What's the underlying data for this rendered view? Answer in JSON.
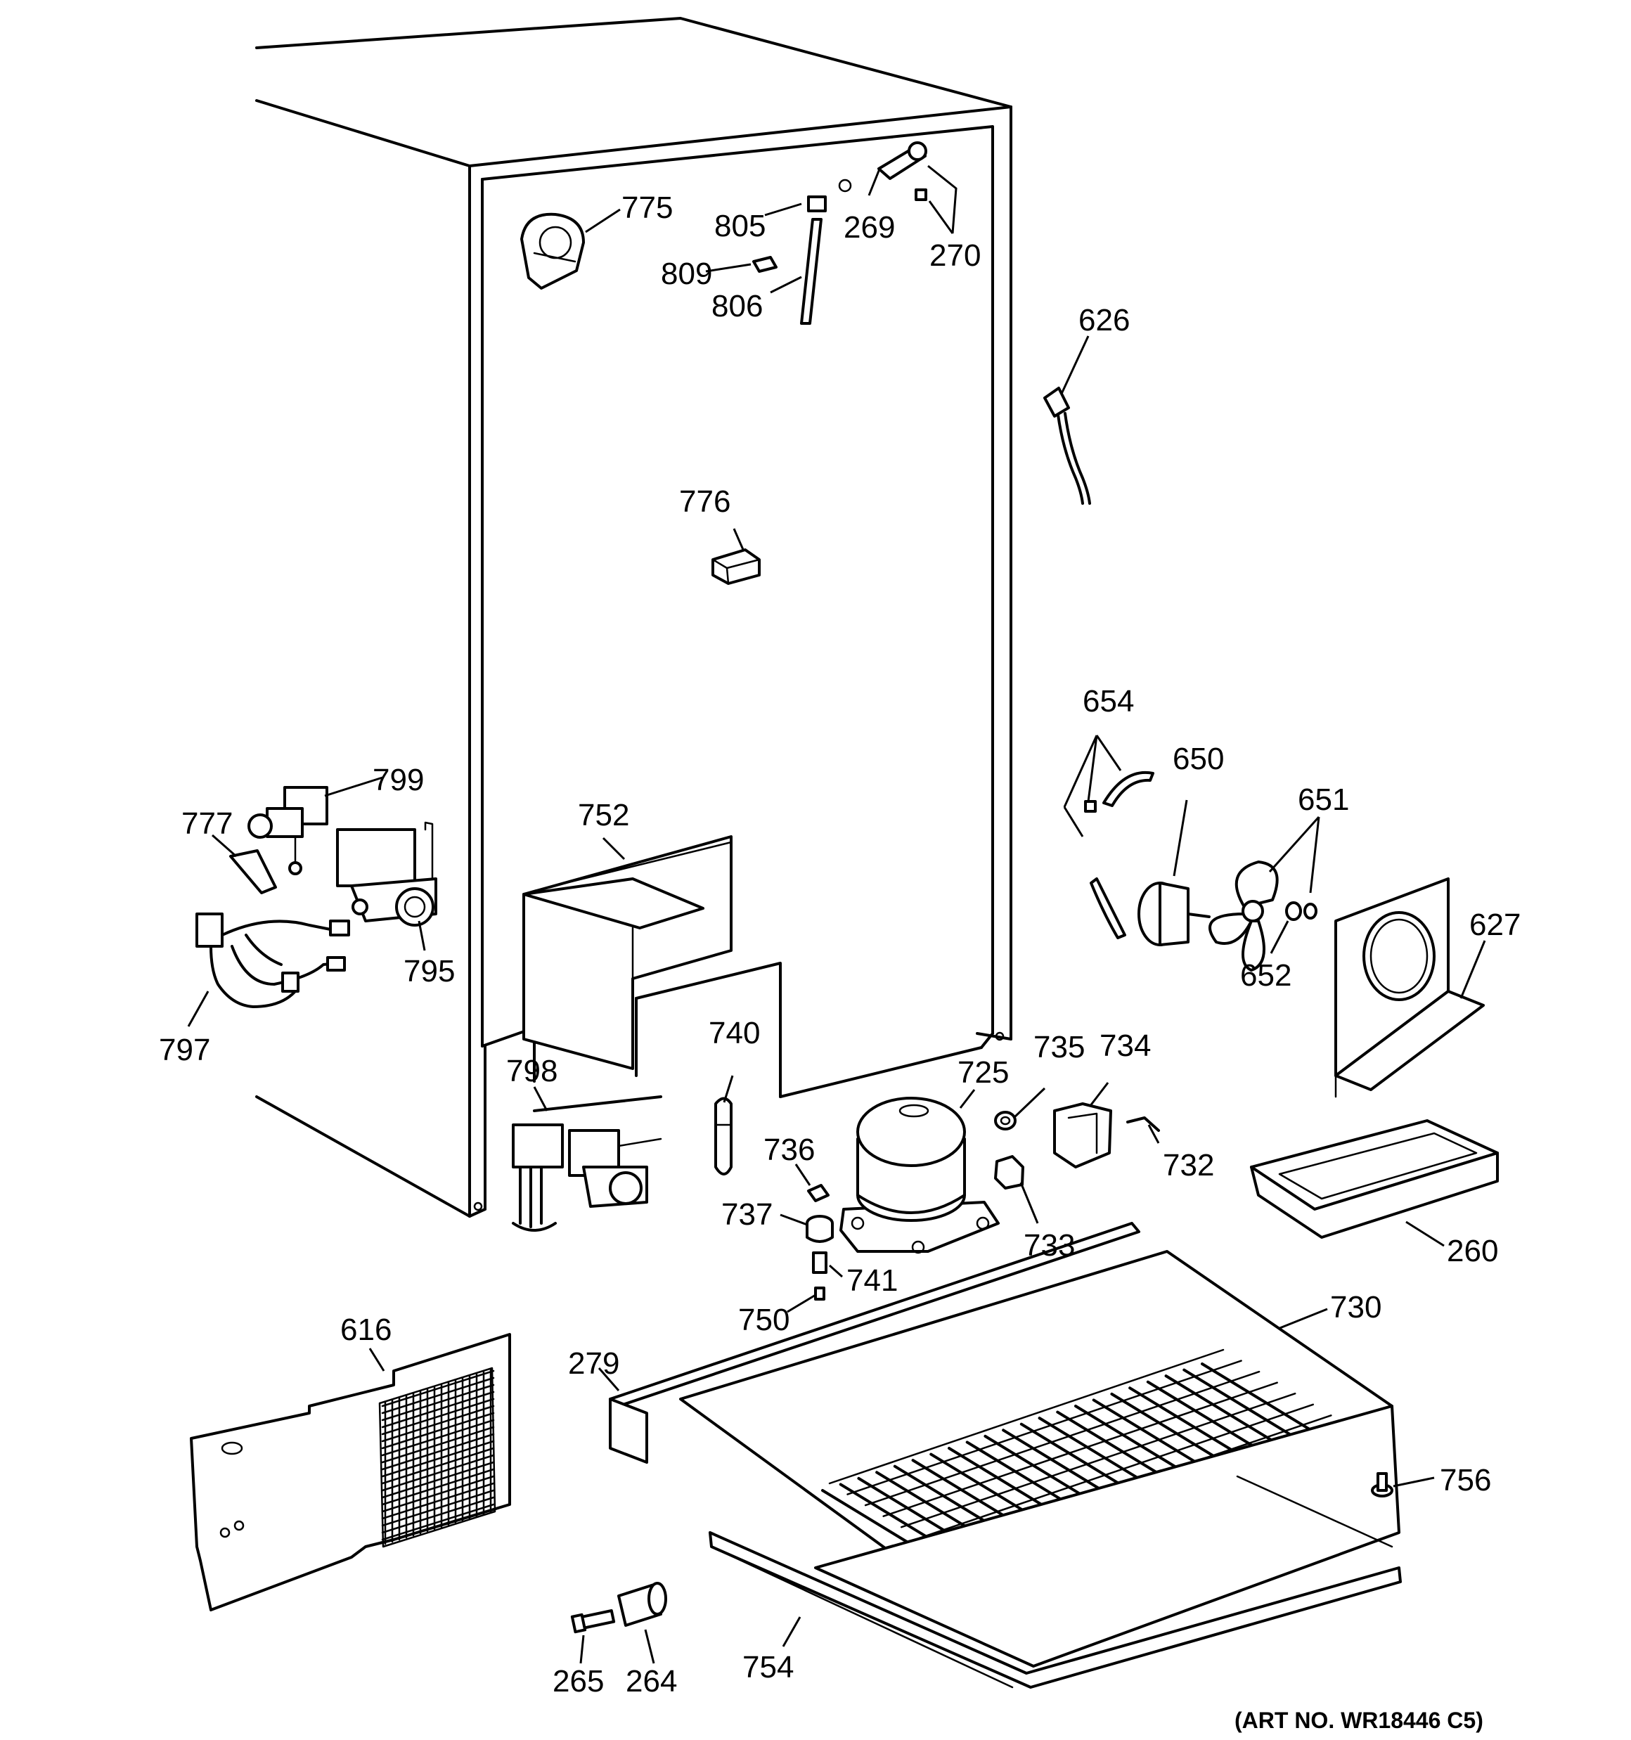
{
  "callouts": [
    {
      "id": "775",
      "label": "775"
    },
    {
      "id": "805",
      "label": "805"
    },
    {
      "id": "269",
      "label": "269"
    },
    {
      "id": "270",
      "label": "270"
    },
    {
      "id": "809",
      "label": "809"
    },
    {
      "id": "806",
      "label": "806"
    },
    {
      "id": "626",
      "label": "626"
    },
    {
      "id": "776",
      "label": "776"
    },
    {
      "id": "654",
      "label": "654"
    },
    {
      "id": "650",
      "label": "650"
    },
    {
      "id": "651",
      "label": "651"
    },
    {
      "id": "627",
      "label": "627"
    },
    {
      "id": "652",
      "label": "652"
    },
    {
      "id": "799",
      "label": "799"
    },
    {
      "id": "777",
      "label": "777"
    },
    {
      "id": "752",
      "label": "752"
    },
    {
      "id": "795",
      "label": "795"
    },
    {
      "id": "797",
      "label": "797"
    },
    {
      "id": "740",
      "label": "740"
    },
    {
      "id": "798",
      "label": "798"
    },
    {
      "id": "735",
      "label": "735"
    },
    {
      "id": "734",
      "label": "734"
    },
    {
      "id": "725",
      "label": "725"
    },
    {
      "id": "736",
      "label": "736"
    },
    {
      "id": "732",
      "label": "732"
    },
    {
      "id": "737",
      "label": "737"
    },
    {
      "id": "733",
      "label": "733"
    },
    {
      "id": "260",
      "label": "260"
    },
    {
      "id": "741",
      "label": "741"
    },
    {
      "id": "750",
      "label": "750"
    },
    {
      "id": "730",
      "label": "730"
    },
    {
      "id": "616",
      "label": "616"
    },
    {
      "id": "279",
      "label": "279"
    },
    {
      "id": "756",
      "label": "756"
    },
    {
      "id": "754",
      "label": "754"
    },
    {
      "id": "265",
      "label": "265"
    },
    {
      "id": "264",
      "label": "264"
    }
  ],
  "art_number": "(ART NO. WR18446 C5)"
}
